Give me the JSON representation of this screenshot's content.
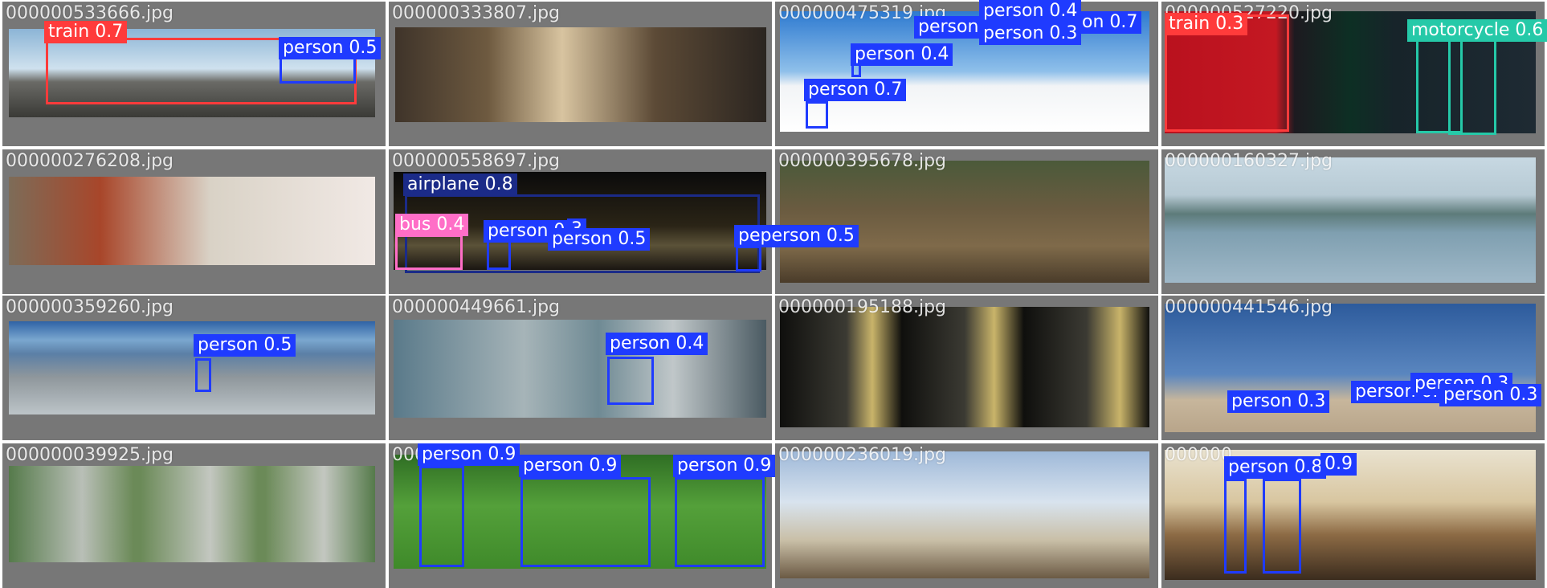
{
  "colors": {
    "person": "#1f3bff",
    "train": "#ff3b3b",
    "motorcycle": "#25c9a8",
    "bus": "#ff6ec7",
    "airplane": "#1b2b88"
  },
  "tiles": [
    {
      "filename": "000000533666.jpg",
      "detections": [
        {
          "label": "train 0.7",
          "class": "train"
        },
        {
          "label": "person 0.5",
          "class": "person"
        }
      ]
    },
    {
      "filename": "000000333807.jpg",
      "detections": []
    },
    {
      "filename": "000000475319.jpg",
      "detections": [
        {
          "label": "person 0.4",
          "class": "person"
        },
        {
          "label": "person 0.3",
          "class": "person"
        },
        {
          "label": "person",
          "class": "person"
        },
        {
          "label": "on 0.7",
          "class": "person"
        },
        {
          "label": "person 0.4",
          "class": "person"
        },
        {
          "label": "person 0.7",
          "class": "person"
        }
      ]
    },
    {
      "filename": "000000527220.jpg",
      "filename_visible": "000000527220.jpg",
      "detections": [
        {
          "label": "train 0.3",
          "class": "train"
        },
        {
          "label": "motorcycle 0.6",
          "class": "motorcycle"
        }
      ]
    },
    {
      "filename": "000000276208.jpg",
      "detections": []
    },
    {
      "filename": "000000558697.jpg",
      "detections": [
        {
          "label": "airplane 0.8",
          "class": "airplane"
        },
        {
          "label": "bus 0.4",
          "class": "bus"
        },
        {
          "label": "person 0.3",
          "class": "person"
        },
        {
          "label": "3",
          "class": "person"
        },
        {
          "label": "person 0.5",
          "class": "person"
        },
        {
          "label": "peperson 0.5",
          "class": "person"
        }
      ]
    },
    {
      "filename": "000000395678.jpg",
      "detections": []
    },
    {
      "filename": "000000160327.jpg",
      "detections": []
    },
    {
      "filename": "000000359260.jpg",
      "detections": [
        {
          "label": "person 0.5",
          "class": "person"
        }
      ]
    },
    {
      "filename": "000000449661.jpg",
      "detections": [
        {
          "label": "person 0.4",
          "class": "person"
        }
      ]
    },
    {
      "filename": "000000195188.jpg",
      "detections": []
    },
    {
      "filename": "000000441546.jpg",
      "detections": [
        {
          "label": "person 0.3",
          "class": "person"
        },
        {
          "label": "person 0.3",
          "class": "person"
        },
        {
          "label": "person 0.3",
          "class": "person"
        },
        {
          "label": "person 0.3",
          "class": "person"
        }
      ]
    },
    {
      "filename": "000000039925.jpg",
      "detections": []
    },
    {
      "filename": "000000",
      "detections": [
        {
          "label": "person 0.9",
          "class": "person"
        },
        {
          "label": "person 0.9",
          "class": "person"
        },
        {
          "label": "person 0.9",
          "class": "person"
        }
      ]
    },
    {
      "filename": "000000236019.jpg",
      "detections": []
    },
    {
      "filename": "000000",
      "detections": [
        {
          "label": "person 0.8",
          "class": "person"
        },
        {
          "label": "0.9",
          "class": "person"
        }
      ]
    }
  ]
}
